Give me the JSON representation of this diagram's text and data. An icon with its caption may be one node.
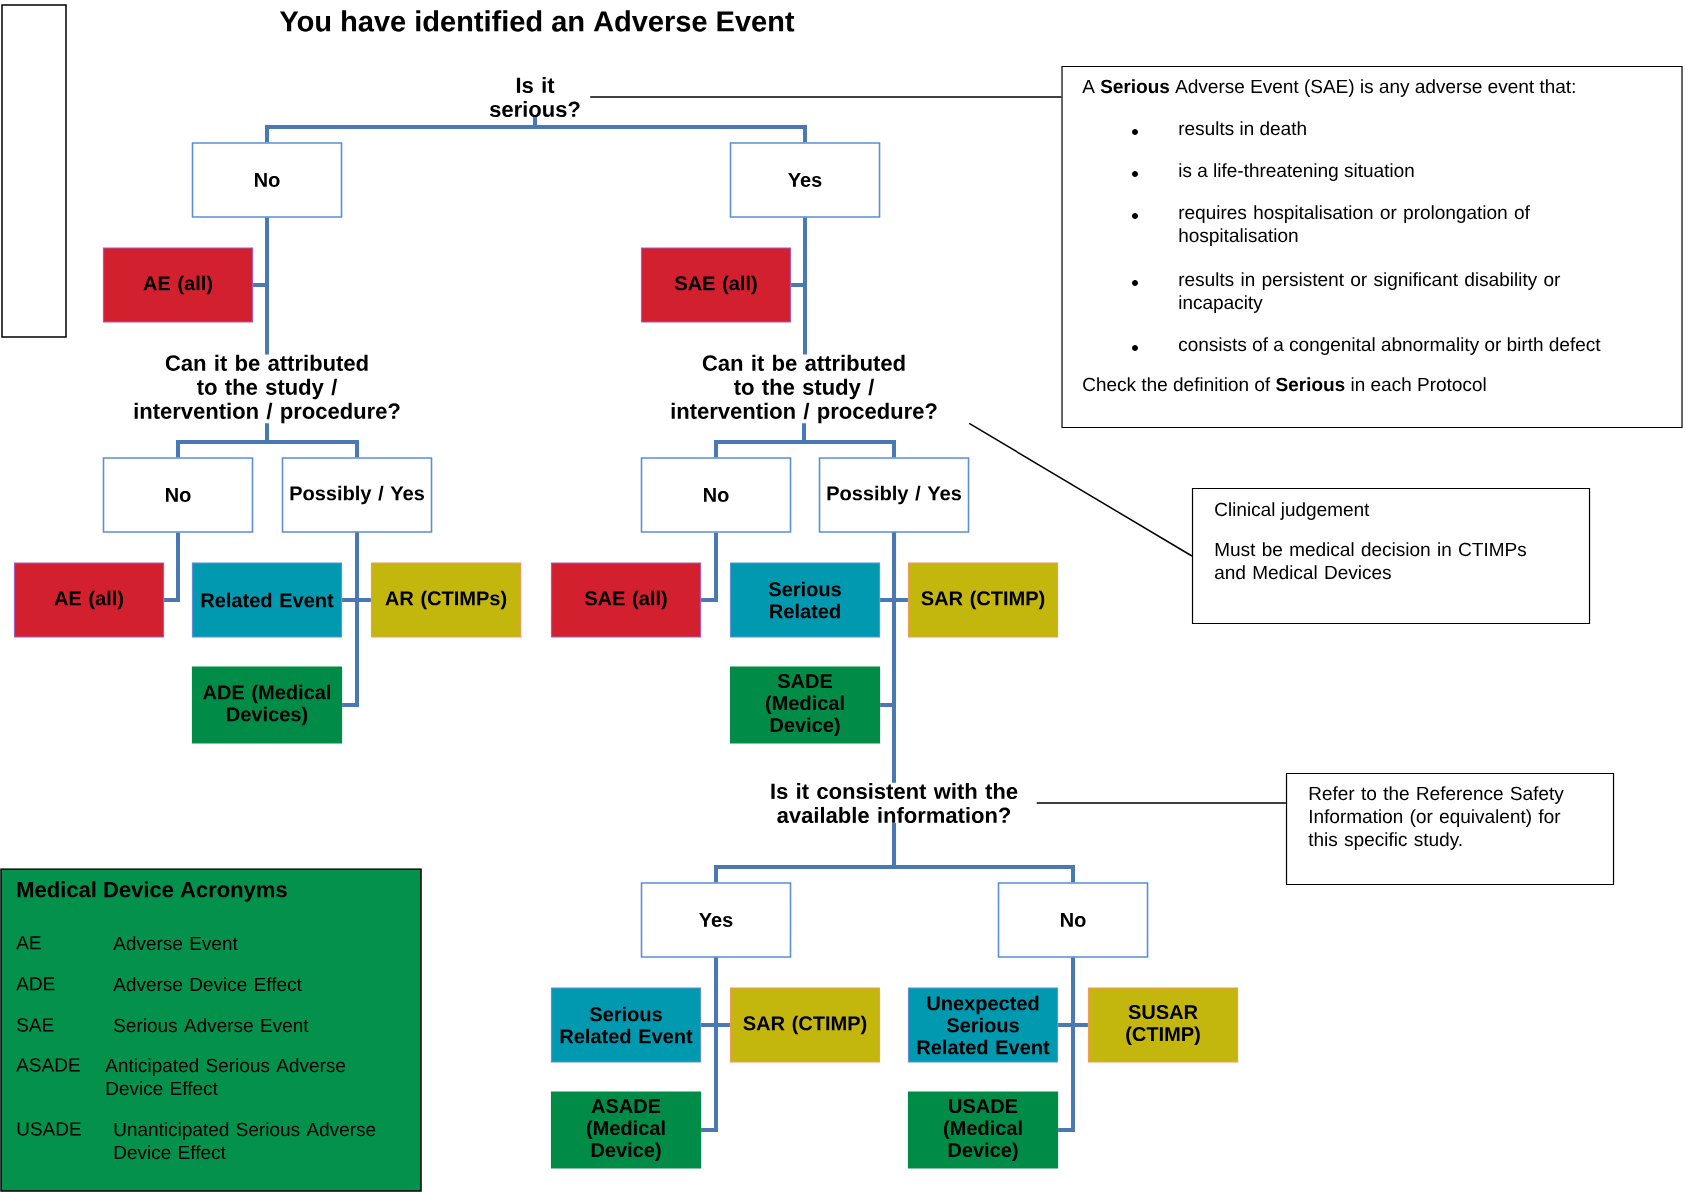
{
  "diagram": {
    "title": "You have identified an Adverse Event",
    "nodes": [
      {
        "text": [
          "Is it serious?"
        ]
      },
      {
        "text": [
          "No"
        ]
      },
      {
        "text": [
          "Yes"
        ]
      },
      {
        "text": [
          "AE (all)"
        ]
      },
      {
        "text": [
          "SAE (all)"
        ]
      },
      {
        "text": [
          "Can it be attributed to the study / intervention / procedure?"
        ]
      },
      {
        "text": [
          "Can it be attributed to the study / intervention / procedure?"
        ]
      },
      {
        "text": [
          "No"
        ]
      },
      {
        "text": [
          "Possibly / Yes"
        ]
      },
      {
        "text": [
          "No"
        ]
      },
      {
        "text": [
          "Possibly / Yes"
        ]
      },
      {
        "text": [
          "AE (all)"
        ]
      },
      {
        "text": [
          "Related Event"
        ]
      },
      {
        "text": [
          "AR (CTIMPs)"
        ]
      },
      {
        "text": [
          "ADE (Medical Devices)"
        ]
      },
      {
        "text": [
          "SAE (all)"
        ]
      },
      {
        "text": [
          "Serious Related"
        ]
      },
      {
        "text": [
          "SAR (CTIMP)"
        ]
      },
      {
        "text": [
          "SADE (Medical Device)"
        ]
      },
      {
        "text": [
          "Is it consistent with the available information?"
        ]
      },
      {
        "text": [
          "Yes"
        ]
      },
      {
        "text": [
          "No"
        ]
      },
      {
        "text": [
          "Serious Related Event"
        ]
      },
      {
        "text": [
          "SAR (CTIMP)"
        ]
      },
      {
        "text": [
          "Unexpected Serious Related Event"
        ]
      },
      {
        "text": [
          "SUSAR (CTIMP)"
        ]
      },
      {
        "text": [
          "ASADE (Medical Device)"
        ]
      },
      {
        "text": [
          "USADE (Medical Device)"
        ]
      },
      {
        "text": [
          "A **Serious** Adverse Event (SAE) is any adverse event that:",
          "results in death",
          "is a life-threatening situation",
          "requires hospitalisation or prolongation of hospitalisation",
          "results in persistent or significant disability or incapacity",
          "consists of a congenital abnormality or birth defect",
          "Check the definition of **Serious** in each Protocol"
        ]
      },
      {
        "text": [
          "Clinical judgement",
          "Must be medical decision in CTIMPs and Medical Devices"
        ]
      },
      {
        "text": [
          "Refer to the Reference Safety Information (or equivalent) for this specific study."
        ]
      },
      {
        "text": [
          "Medical Device Acronyms",
          "AE",
          "Adverse Event",
          "ADE",
          "Adverse Device Effect",
          "SAE",
          "Serious Adverse Event",
          "ASADE",
          "Anticipated Serious Adverse Device Effect",
          "USADE",
          "Unanticipated Serious Adverse Device Effect"
        ]
      },
      {
        "text": [],
        "shape": "box"
      }
    ],
    "edges": [
      {
        "from": 0,
        "to": 1,
        "arrow": "none"
      },
      {
        "from": 0,
        "to": 2,
        "arrow": "none"
      },
      {
        "from": 1,
        "to": 3,
        "arrow": "none"
      },
      {
        "from": 1,
        "to": 5,
        "arrow": "none"
      },
      {
        "from": 2,
        "to": 4,
        "arrow": "none"
      },
      {
        "from": 2,
        "to": 6,
        "arrow": "none"
      },
      {
        "from": 5,
        "to": 7,
        "arrow": "none"
      },
      {
        "from": 5,
        "to": 8,
        "arrow": "none"
      },
      {
        "from": 6,
        "to": 9,
        "arrow": "none"
      },
      {
        "from": 6,
        "to": 10,
        "arrow": "none"
      },
      {
        "from": 7,
        "to": 11,
        "arrow": "none"
      },
      {
        "from": 8,
        "to": 12,
        "arrow": "none"
      },
      {
        "from": 8,
        "to": 13,
        "arrow": "none"
      },
      {
        "from": 8,
        "to": 14,
        "arrow": "none"
      },
      {
        "from": 9,
        "to": 15,
        "arrow": "none"
      },
      {
        "from": 10,
        "to": 16,
        "arrow": "none"
      },
      {
        "from": 10,
        "to": 17,
        "arrow": "none"
      },
      {
        "from": 10,
        "to": 18,
        "arrow": "none"
      },
      {
        "from": 10,
        "to": 19,
        "arrow": "none"
      },
      {
        "from": 19,
        "to": 20,
        "arrow": "none"
      },
      {
        "from": 19,
        "to": 21,
        "arrow": "none"
      },
      {
        "from": 20,
        "to": 22,
        "arrow": "none"
      },
      {
        "from": 20,
        "to": 23,
        "arrow": "none"
      },
      {
        "from": 20,
        "to": 26,
        "arrow": "none"
      },
      {
        "from": 21,
        "to": 24,
        "arrow": "none"
      },
      {
        "from": 21,
        "to": 25,
        "arrow": "none"
      },
      {
        "from": 21,
        "to": 27,
        "arrow": "none"
      },
      {
        "from": 0,
        "to": 28,
        "arrow": "none",
        "color": "#000000"
      },
      {
        "from": 6,
        "to": 29,
        "arrow": "none",
        "color": "#000000"
      },
      {
        "from": 19,
        "to": 30,
        "arrow": "none",
        "color": "#000000"
      }
    ]
  }
}
